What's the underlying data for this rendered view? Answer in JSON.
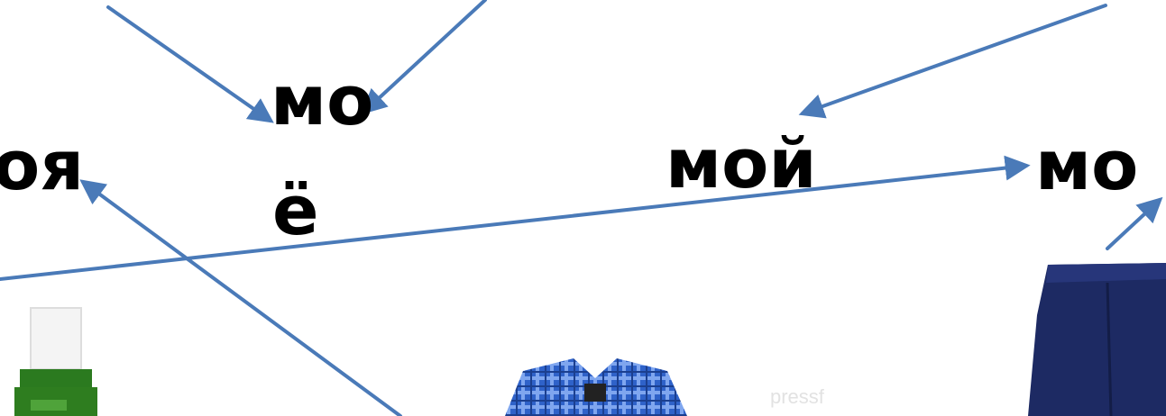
{
  "words": {
    "moya": "оя",
    "moe_line1": "мо",
    "moe_line2": "ё",
    "moy": "мой",
    "mo_right": "мо"
  },
  "watermark": "pressf",
  "images": [
    {
      "name": "bottle-icon",
      "color": "#2e7d1f"
    },
    {
      "name": "shirt-icon",
      "color": "#2f62c9"
    },
    {
      "name": "trousers-icon",
      "color": "#1d2a63"
    }
  ],
  "arrow_color": "#4a7ab8"
}
